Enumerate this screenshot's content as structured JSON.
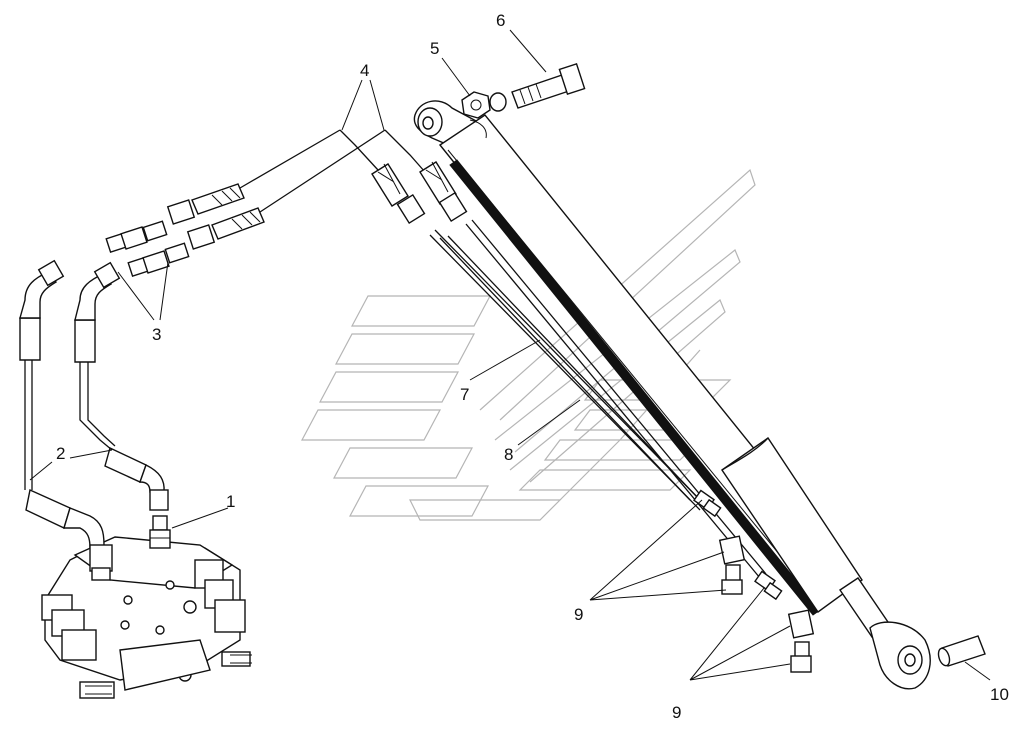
{
  "callouts": {
    "c1": "1",
    "c2": "2",
    "c3": "3",
    "c4": "4",
    "c5": "5",
    "c6": "6",
    "c7": "7",
    "c8": "8",
    "c9a": "9",
    "c9b": "9",
    "c10": "10"
  },
  "colors": {
    "ink": "#111111",
    "watermark": "#b5b5b5",
    "background": "#ffffff"
  }
}
